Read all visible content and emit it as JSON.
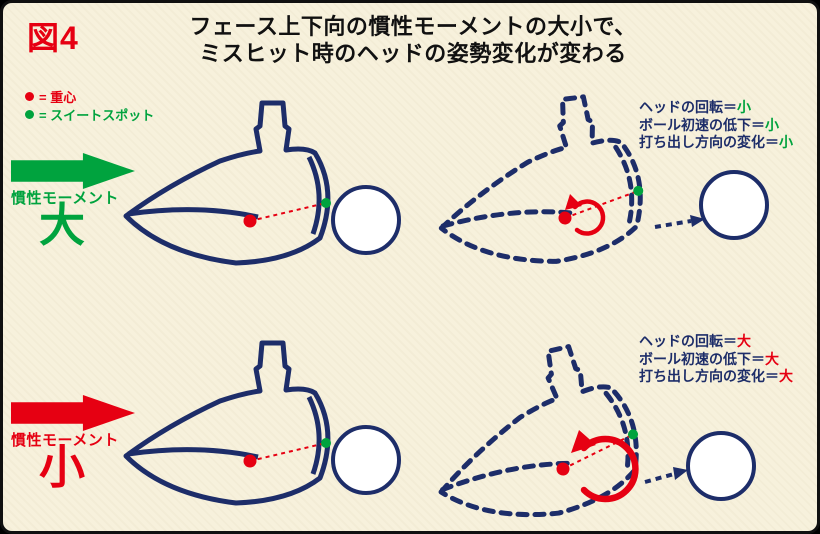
{
  "figure": {
    "label": "図4"
  },
  "title": {
    "line1": "フェース上下向の慣性モーメントの大小で、",
    "line2": "ミスヒット時のヘッドの姿勢変化が変わる"
  },
  "legend": {
    "cog_label": "= 重心",
    "sweet_spot_label": "= スイートスポット"
  },
  "rows": [
    {
      "id": "large-moi",
      "moment_label": "慣性モーメント",
      "moment_size": "大",
      "arrow_color": "#00a33e",
      "note_value_color": "#00a33e",
      "notes": [
        {
          "label": "ヘッドの回転＝",
          "value": "小"
        },
        {
          "label": "ボール初速の低下＝",
          "value": "小"
        },
        {
          "label": "打ち出し方向の変化＝",
          "value": "小"
        }
      ]
    },
    {
      "id": "small-moi",
      "moment_label": "慣性モーメント",
      "moment_size": "小",
      "arrow_color": "#e60012",
      "note_value_color": "#e60012",
      "notes": [
        {
          "label": "ヘッドの回転＝",
          "value": "大"
        },
        {
          "label": "ボール初速の低下＝",
          "value": "大"
        },
        {
          "label": "打ち出し方向の変化＝",
          "value": "大"
        }
      ]
    }
  ],
  "colors": {
    "navy": "#1d2d69",
    "red": "#e60012",
    "green": "#00a33e",
    "background": "#f7f1dc",
    "ball": "#ffffff"
  }
}
